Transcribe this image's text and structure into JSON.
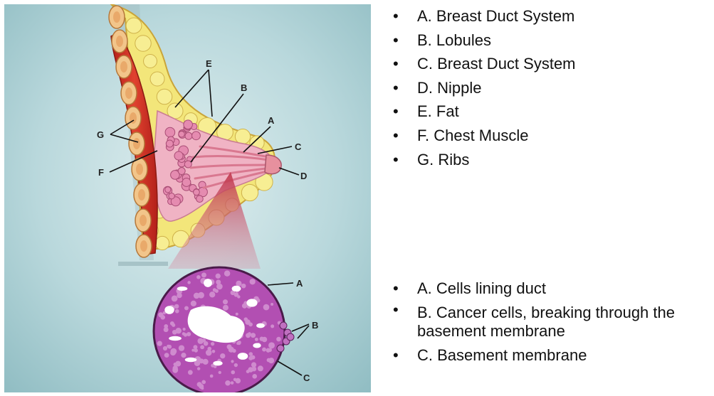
{
  "figure": {
    "labels": {
      "E": "E",
      "B": "B",
      "A": "A",
      "C": "C",
      "D": "D",
      "G": "G",
      "F": "F",
      "lower_A": "A",
      "lower_B": "B",
      "lower_C": "C"
    }
  },
  "legend_top": [
    "A. Breast Duct System",
    "B. Lobules",
    "C. Breast Duct System",
    "D. Nipple",
    "E. Fat",
    "F. Chest Muscle",
    "G. Ribs"
  ],
  "legend_bottom": [
    "A. Cells lining duct",
    "B. Cancer cells, breaking through the basement membrane",
    "C. Basement membrane"
  ],
  "bullet": "•"
}
